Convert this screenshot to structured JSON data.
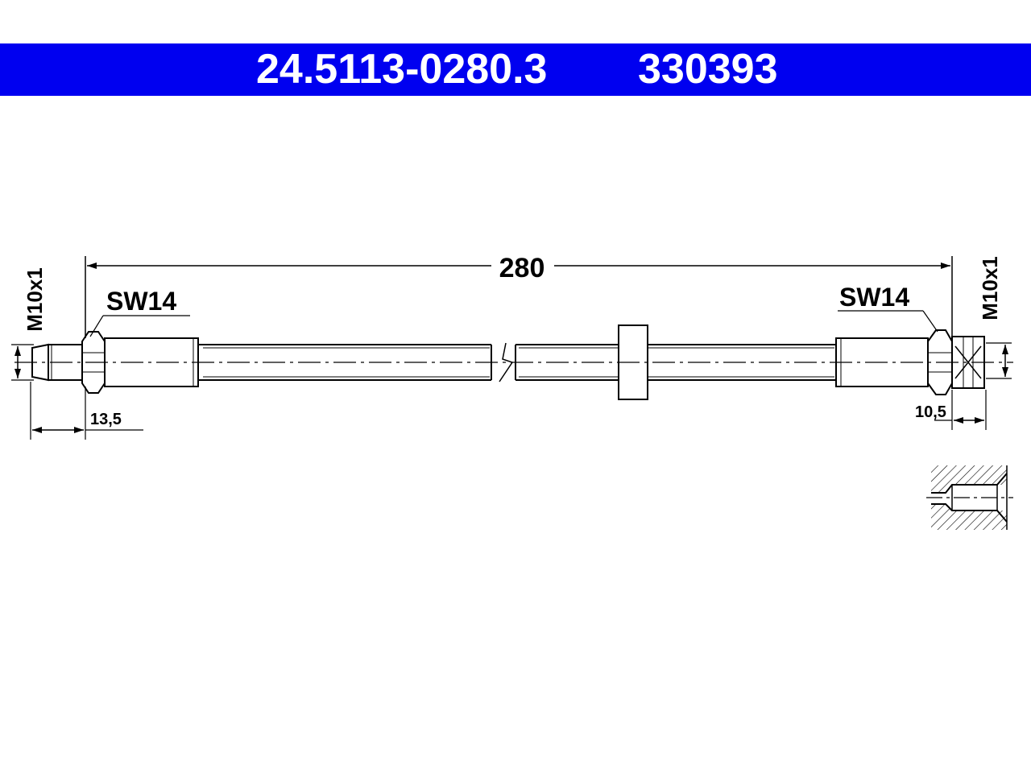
{
  "colors": {
    "header_bg": "#0000f0",
    "header_text": "#ffffff",
    "line": "#000000"
  },
  "header": {
    "part_number": "24.5113-0280.3",
    "ref_number": "330393"
  },
  "dimensions": {
    "total_length": "280",
    "left_wrench_size": "SW14",
    "right_wrench_size": "SW14",
    "left_thread": "M10x1",
    "right_thread": "M10x1",
    "left_thread_length": "13,5",
    "right_thread_length": "10,5"
  }
}
